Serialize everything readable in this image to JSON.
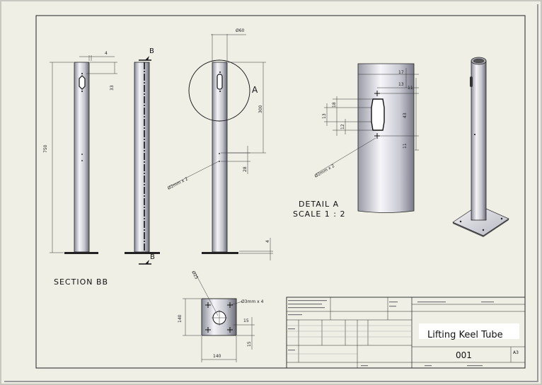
{
  "drawing": {
    "labels": {
      "section": "SECTION BB",
      "detail_line1": "DETAIL A",
      "detail_line2": "SCALE 1 : 2",
      "detail_marker": "A",
      "cut_top": "B",
      "cut_bottom": "B"
    },
    "dimensions": {
      "front_length": "750",
      "front_top_offset": "4",
      "front_slot_drop": "33",
      "circle_dia": "Ø60",
      "circle_span": "300",
      "hole_note": "Ø2mm x 2",
      "hole_drop": "28",
      "base_thickness": "4",
      "detail_17": "17",
      "detail_13a": "13",
      "detail_11a": "11",
      "detail_43": "43",
      "detail_11b": "11",
      "detail_18": "18",
      "detail_13b": "13",
      "detail_12": "12",
      "detail_hole_note": "Ø2mm x 2",
      "plate_hole_dia": "Ø25",
      "plate_holes": "Ø3mm x 4",
      "plate_height": "140",
      "plate_width": "140",
      "plate_15a": "15",
      "plate_15b": "15"
    }
  },
  "title_block": {
    "title": "Lifting Keel Tube",
    "number": "001",
    "sheet_size": "A3"
  }
}
